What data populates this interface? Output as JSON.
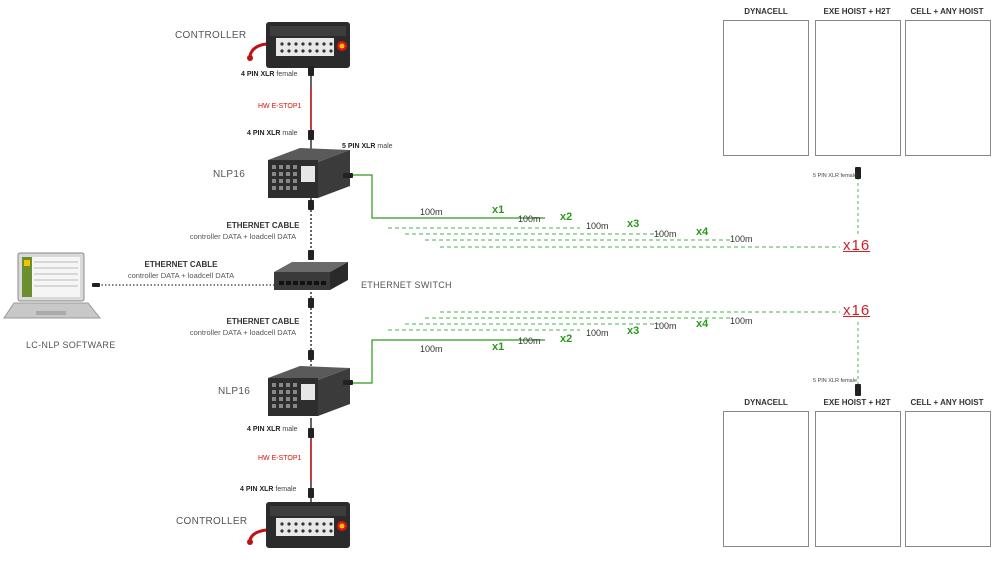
{
  "top": {
    "controller_label": "CONTROLLER",
    "xlr_female_bold": "4 PIN XLR",
    "xlr_female_rest": " female",
    "estop": "HW E-STOP1",
    "xlr_male_bold": "4 PIN XLR",
    "xlr_male_rest": " male",
    "nlp_label": "NLP16",
    "five_pin_bold": "5 PIN XLR",
    "five_pin_rest": " male"
  },
  "bottom": {
    "controller_label": "CONTROLLER",
    "xlr_female_bold": "4 PIN XLR",
    "xlr_female_rest": " female",
    "estop": "HW E-STOP1",
    "xlr_male_bold": "4 PIN XLR",
    "xlr_male_rest": " male",
    "nlp_label": "NLP16"
  },
  "cables": {
    "upper_title": "ETHERNET CABLE",
    "upper_sub": "controller DATA + loadcell DATA",
    "lower_title": "ETHERNET CABLE",
    "lower_sub": "controller DATA + loadcell DATA",
    "left_title": "ETHERNET CABLE",
    "left_sub": "controller DATA + loadcell DATA"
  },
  "switch_label": "ETHERNET SWITCH",
  "software_label": "LC-NLP SOFTWARE",
  "top_runs": {
    "d1": "100m",
    "m1": "x1",
    "d2": "100m",
    "m2": "x2",
    "d3": "100m",
    "m3": "x3",
    "d4": "100m",
    "m4": "x4",
    "d5": "100m",
    "x16": "x16",
    "female": "5 PIN XLR female"
  },
  "bottom_runs": {
    "d1": "100m",
    "m1": "x1",
    "d2": "100m",
    "m2": "x2",
    "d3": "100m",
    "m3": "x3",
    "d4": "100m",
    "m4": "x4",
    "d5": "100m",
    "x16": "x16",
    "female": "5 PIN XLR female"
  },
  "panels_top": {
    "dynacell": "DYNACELL",
    "exe": "EXE HOIST + H2T",
    "cell": "CELL + ANY HOIST"
  },
  "panels_bottom": {
    "dynacell": "DYNACELL",
    "exe": "EXE HOIST + H2T",
    "cell": "CELL + ANY HOIST"
  },
  "colors": {
    "green": "#2a9a1a",
    "green_dash": "#6cc26a",
    "red": "#d0202a",
    "dark": "#2b2b2b"
  }
}
